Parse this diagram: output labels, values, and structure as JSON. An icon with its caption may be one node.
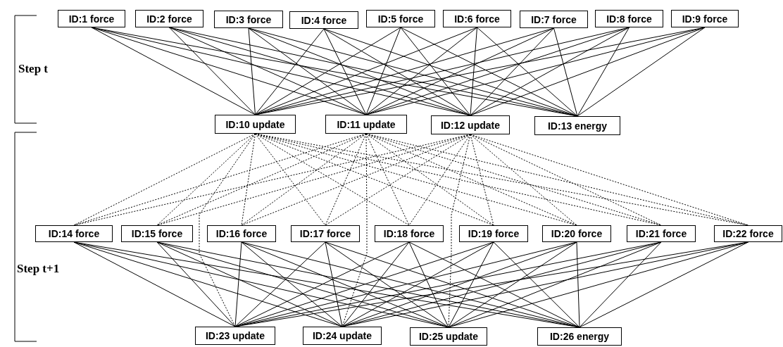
{
  "diagram": {
    "nodes": [
      {
        "text": [
          "ID:1 force"
        ]
      },
      {
        "text": [
          "ID:2 force"
        ]
      },
      {
        "text": [
          "ID:3 force"
        ]
      },
      {
        "text": [
          "ID:4 force"
        ]
      },
      {
        "text": [
          "ID:5 force"
        ]
      },
      {
        "text": [
          "ID:6 force"
        ]
      },
      {
        "text": [
          "ID:7 force"
        ]
      },
      {
        "text": [
          "ID:8 force"
        ]
      },
      {
        "text": [
          "ID:9 force"
        ]
      },
      {
        "text": [
          "ID:10 update"
        ]
      },
      {
        "text": [
          "ID:11 update"
        ]
      },
      {
        "text": [
          "ID:12 update"
        ]
      },
      {
        "text": [
          "ID:13 energy"
        ]
      },
      {
        "text": [
          "ID:14 force"
        ]
      },
      {
        "text": [
          "ID:15 force"
        ]
      },
      {
        "text": [
          "ID:16 force"
        ]
      },
      {
        "text": [
          "ID:17 force"
        ]
      },
      {
        "text": [
          "ID:18 force"
        ]
      },
      {
        "text": [
          "ID:19 force"
        ]
      },
      {
        "text": [
          "ID:20 force"
        ]
      },
      {
        "text": [
          "ID:21 force"
        ]
      },
      {
        "text": [
          "ID:22 force"
        ]
      },
      {
        "text": [
          "ID:23 update"
        ]
      },
      {
        "text": [
          "ID:24 update"
        ]
      },
      {
        "text": [
          "ID:25 update"
        ]
      },
      {
        "text": [
          "ID:26 energy"
        ]
      }
    ],
    "edges": [
      {
        "from": 0,
        "to": 9,
        "arrow": "none"
      },
      {
        "from": 0,
        "to": 10,
        "arrow": "none"
      },
      {
        "from": 0,
        "to": 11,
        "arrow": "none"
      },
      {
        "from": 0,
        "to": 12,
        "arrow": "none"
      },
      {
        "from": 1,
        "to": 9,
        "arrow": "none"
      },
      {
        "from": 1,
        "to": 10,
        "arrow": "none"
      },
      {
        "from": 1,
        "to": 11,
        "arrow": "none"
      },
      {
        "from": 1,
        "to": 12,
        "arrow": "none"
      },
      {
        "from": 2,
        "to": 9,
        "arrow": "none"
      },
      {
        "from": 2,
        "to": 10,
        "arrow": "none"
      },
      {
        "from": 2,
        "to": 11,
        "arrow": "none"
      },
      {
        "from": 2,
        "to": 12,
        "arrow": "none"
      },
      {
        "from": 3,
        "to": 9,
        "arrow": "none"
      },
      {
        "from": 3,
        "to": 10,
        "arrow": "none"
      },
      {
        "from": 3,
        "to": 11,
        "arrow": "none"
      },
      {
        "from": 3,
        "to": 12,
        "arrow": "none"
      },
      {
        "from": 4,
        "to": 9,
        "arrow": "none"
      },
      {
        "from": 4,
        "to": 10,
        "arrow": "none"
      },
      {
        "from": 4,
        "to": 11,
        "arrow": "none"
      },
      {
        "from": 4,
        "to": 12,
        "arrow": "none"
      },
      {
        "from": 5,
        "to": 9,
        "arrow": "none"
      },
      {
        "from": 5,
        "to": 10,
        "arrow": "none"
      },
      {
        "from": 5,
        "to": 11,
        "arrow": "none"
      },
      {
        "from": 5,
        "to": 12,
        "arrow": "none"
      },
      {
        "from": 6,
        "to": 9,
        "arrow": "none"
      },
      {
        "from": 6,
        "to": 10,
        "arrow": "none"
      },
      {
        "from": 6,
        "to": 11,
        "arrow": "none"
      },
      {
        "from": 6,
        "to": 12,
        "arrow": "none"
      },
      {
        "from": 7,
        "to": 9,
        "arrow": "none"
      },
      {
        "from": 7,
        "to": 10,
        "arrow": "none"
      },
      {
        "from": 7,
        "to": 11,
        "arrow": "none"
      },
      {
        "from": 7,
        "to": 12,
        "arrow": "none"
      },
      {
        "from": 8,
        "to": 9,
        "arrow": "none"
      },
      {
        "from": 8,
        "to": 10,
        "arrow": "none"
      },
      {
        "from": 8,
        "to": 11,
        "arrow": "none"
      },
      {
        "from": 8,
        "to": 12,
        "arrow": "none"
      },
      {
        "from": 9,
        "to": 13,
        "arrow": "none",
        "style": "dashed"
      },
      {
        "from": 9,
        "to": 14,
        "arrow": "none",
        "style": "dashed"
      },
      {
        "from": 9,
        "to": 15,
        "arrow": "none",
        "style": "dashed"
      },
      {
        "from": 9,
        "to": 16,
        "arrow": "none",
        "style": "dashed"
      },
      {
        "from": 9,
        "to": 17,
        "arrow": "none",
        "style": "dashed"
      },
      {
        "from": 9,
        "to": 18,
        "arrow": "none",
        "style": "dashed"
      },
      {
        "from": 9,
        "to": 19,
        "arrow": "none",
        "style": "dashed"
      },
      {
        "from": 9,
        "to": 20,
        "arrow": "none",
        "style": "dashed"
      },
      {
        "from": 9,
        "to": 21,
        "arrow": "none",
        "style": "dashed"
      },
      {
        "from": 9,
        "to": 22,
        "arrow": "none",
        "style": "dashed"
      },
      {
        "from": 10,
        "to": 13,
        "arrow": "none",
        "style": "dashed"
      },
      {
        "from": 10,
        "to": 14,
        "arrow": "none",
        "style": "dashed"
      },
      {
        "from": 10,
        "to": 15,
        "arrow": "none",
        "style": "dashed"
      },
      {
        "from": 10,
        "to": 16,
        "arrow": "none",
        "style": "dashed"
      },
      {
        "from": 10,
        "to": 17,
        "arrow": "none",
        "style": "dashed"
      },
      {
        "from": 10,
        "to": 18,
        "arrow": "none",
        "style": "dashed"
      },
      {
        "from": 10,
        "to": 19,
        "arrow": "none",
        "style": "dashed"
      },
      {
        "from": 10,
        "to": 20,
        "arrow": "none",
        "style": "dashed"
      },
      {
        "from": 10,
        "to": 21,
        "arrow": "none",
        "style": "dashed"
      },
      {
        "from": 10,
        "to": 23,
        "arrow": "none",
        "style": "dashed"
      },
      {
        "from": 11,
        "to": 13,
        "arrow": "none",
        "style": "dashed"
      },
      {
        "from": 11,
        "to": 14,
        "arrow": "none",
        "style": "dashed"
      },
      {
        "from": 11,
        "to": 15,
        "arrow": "none",
        "style": "dashed"
      },
      {
        "from": 11,
        "to": 16,
        "arrow": "none",
        "style": "dashed"
      },
      {
        "from": 11,
        "to": 17,
        "arrow": "none",
        "style": "dashed"
      },
      {
        "from": 11,
        "to": 18,
        "arrow": "none",
        "style": "dashed"
      },
      {
        "from": 11,
        "to": 19,
        "arrow": "none",
        "style": "dashed"
      },
      {
        "from": 11,
        "to": 20,
        "arrow": "none",
        "style": "dashed"
      },
      {
        "from": 11,
        "to": 21,
        "arrow": "none",
        "style": "dashed"
      },
      {
        "from": 11,
        "to": 24,
        "arrow": "none",
        "style": "dashed"
      },
      {
        "from": 13,
        "to": 22,
        "arrow": "none"
      },
      {
        "from": 13,
        "to": 23,
        "arrow": "none"
      },
      {
        "from": 13,
        "to": 24,
        "arrow": "none"
      },
      {
        "from": 13,
        "to": 25,
        "arrow": "none"
      },
      {
        "from": 14,
        "to": 22,
        "arrow": "none"
      },
      {
        "from": 14,
        "to": 23,
        "arrow": "none"
      },
      {
        "from": 14,
        "to": 24,
        "arrow": "none"
      },
      {
        "from": 14,
        "to": 25,
        "arrow": "none"
      },
      {
        "from": 15,
        "to": 22,
        "arrow": "none"
      },
      {
        "from": 15,
        "to": 23,
        "arrow": "none"
      },
      {
        "from": 15,
        "to": 24,
        "arrow": "none"
      },
      {
        "from": 15,
        "to": 25,
        "arrow": "none"
      },
      {
        "from": 16,
        "to": 22,
        "arrow": "none"
      },
      {
        "from": 16,
        "to": 23,
        "arrow": "none"
      },
      {
        "from": 16,
        "to": 24,
        "arrow": "none"
      },
      {
        "from": 16,
        "to": 25,
        "arrow": "none"
      },
      {
        "from": 17,
        "to": 22,
        "arrow": "none"
      },
      {
        "from": 17,
        "to": 23,
        "arrow": "none"
      },
      {
        "from": 17,
        "to": 24,
        "arrow": "none"
      },
      {
        "from": 17,
        "to": 25,
        "arrow": "none"
      },
      {
        "from": 18,
        "to": 22,
        "arrow": "none"
      },
      {
        "from": 18,
        "to": 23,
        "arrow": "none"
      },
      {
        "from": 18,
        "to": 24,
        "arrow": "none"
      },
      {
        "from": 18,
        "to": 25,
        "arrow": "none"
      },
      {
        "from": 19,
        "to": 22,
        "arrow": "none"
      },
      {
        "from": 19,
        "to": 23,
        "arrow": "none"
      },
      {
        "from": 19,
        "to": 24,
        "arrow": "none"
      },
      {
        "from": 19,
        "to": 25,
        "arrow": "none"
      },
      {
        "from": 20,
        "to": 22,
        "arrow": "none"
      },
      {
        "from": 20,
        "to": 23,
        "arrow": "none"
      },
      {
        "from": 20,
        "to": 24,
        "arrow": "none"
      },
      {
        "from": 20,
        "to": 25,
        "arrow": "none"
      },
      {
        "from": 21,
        "to": 22,
        "arrow": "none"
      },
      {
        "from": 21,
        "to": 23,
        "arrow": "none"
      },
      {
        "from": 21,
        "to": 24,
        "arrow": "none"
      },
      {
        "from": 21,
        "to": 25,
        "arrow": "none"
      }
    ],
    "labels": [
      "Step t",
      "Step t+1"
    ]
  }
}
